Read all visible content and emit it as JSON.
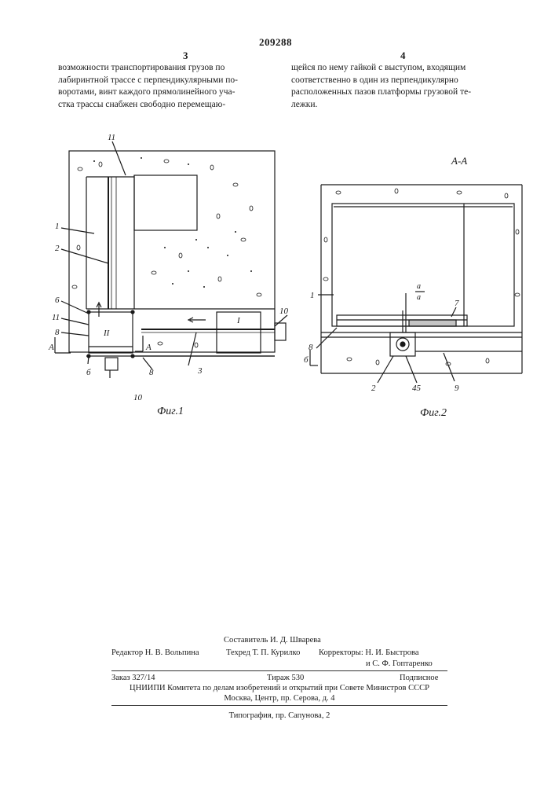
{
  "header": {
    "patent_number": "209288",
    "left_column_number": "3",
    "right_column_number": "4"
  },
  "body_text": {
    "left_column_lines": [
      "возможности транспортирования грузов по",
      "лабиринтной трассе с перпендикулярными по-",
      "воротами, винт каждого прямолинейного уча-",
      "стка трассы снабжен свободно перемещаю-"
    ],
    "right_column_lines": [
      "щейся по нему гайкой с выступом, входящим",
      "соответственно в один из перпендикулярно",
      "расположенных пазов платформы грузовой те-",
      "лежки."
    ]
  },
  "figure1": {
    "caption": "Фиг.1",
    "labels": {
      "l11_top": "11",
      "l1": "1",
      "l2": "2",
      "l6": "6",
      "l11": "11",
      "l8": "8",
      "section_A_left": "A",
      "section_A_right": "A",
      "roman_II": "II",
      "roman_I": "I",
      "l10_right": "10",
      "l10_bottom": "10",
      "l3": "3",
      "l6_bottom": "б",
      "l8_bottom": "8"
    }
  },
  "figure2": {
    "section_title": "А-А",
    "caption": "Фиг.2",
    "labels": {
      "l1": "1",
      "l7": "7",
      "l8": "8",
      "l6": "б",
      "l2": "2",
      "l45": "45",
      "l9": "9",
      "a_top": "а",
      "a_bottom": "а"
    }
  },
  "imprint": {
    "compiler": "Составитель И. Д. Шварева",
    "editor": "Редактор Н. В. Вольпина",
    "techred": "Техред Т. П. Курилко",
    "correctors_1": "Корректоры: Н. И. Быстрова",
    "correctors_2": "и С. Ф. Гоптаренко",
    "order": "Заказ 327/14",
    "circulation": "Тираж 530",
    "subscription": "Подписное",
    "institute": "ЦНИИПИ Комитета по делам изобретений и открытий при Совете Министров СССР",
    "address": "Москва, Центр, пр. Серова, д. 4",
    "printing_house": "Типография, пр. Сапунова, 2"
  }
}
